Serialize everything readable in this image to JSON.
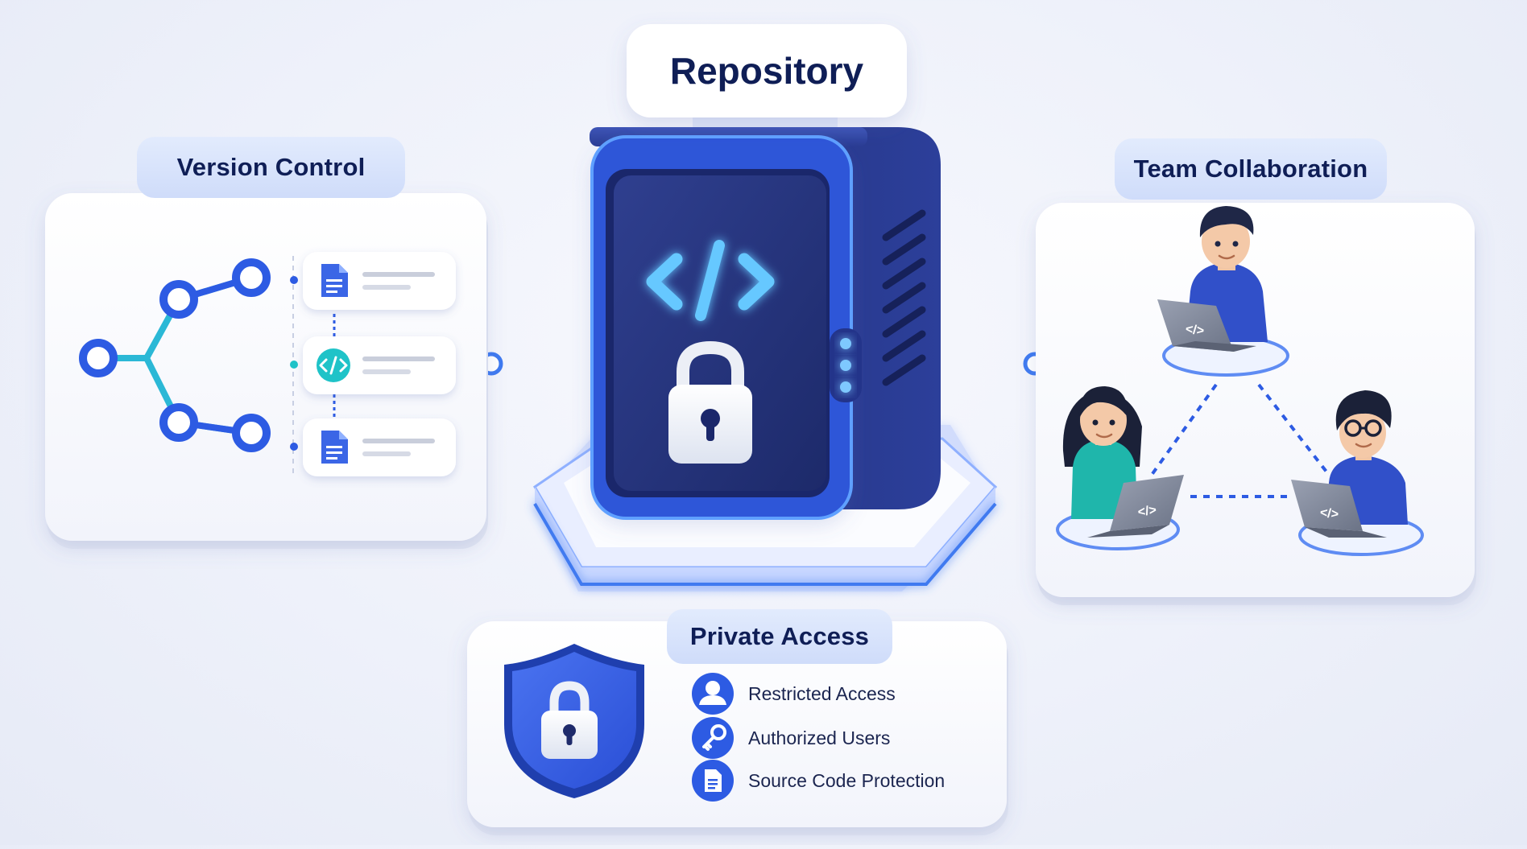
{
  "diagram": {
    "center": {
      "title": "Repository",
      "code_symbol": "</>",
      "lock_icon": "lock-icon"
    },
    "version_control": {
      "title": "Version Control",
      "file_icons": [
        "document-icon",
        "code-icon",
        "document-icon"
      ]
    },
    "team_collaboration": {
      "title": "Team Collaboration",
      "laptop_symbol": "</>"
    },
    "private_access": {
      "title": "Private Access",
      "items": [
        {
          "label": "Restricted Access",
          "icon": "user-icon"
        },
        {
          "label": "Authorized Users",
          "icon": "key-icon"
        },
        {
          "label": "Source Code Protection",
          "icon": "document-icon"
        }
      ]
    },
    "colors": {
      "primary_blue": "#2d5be3",
      "dark_navy": "#1c2f7a",
      "teal": "#1fc3c8",
      "panel": "#ffffff",
      "chip": "#d9e4fb",
      "title_text": "#0f1e56"
    }
  }
}
